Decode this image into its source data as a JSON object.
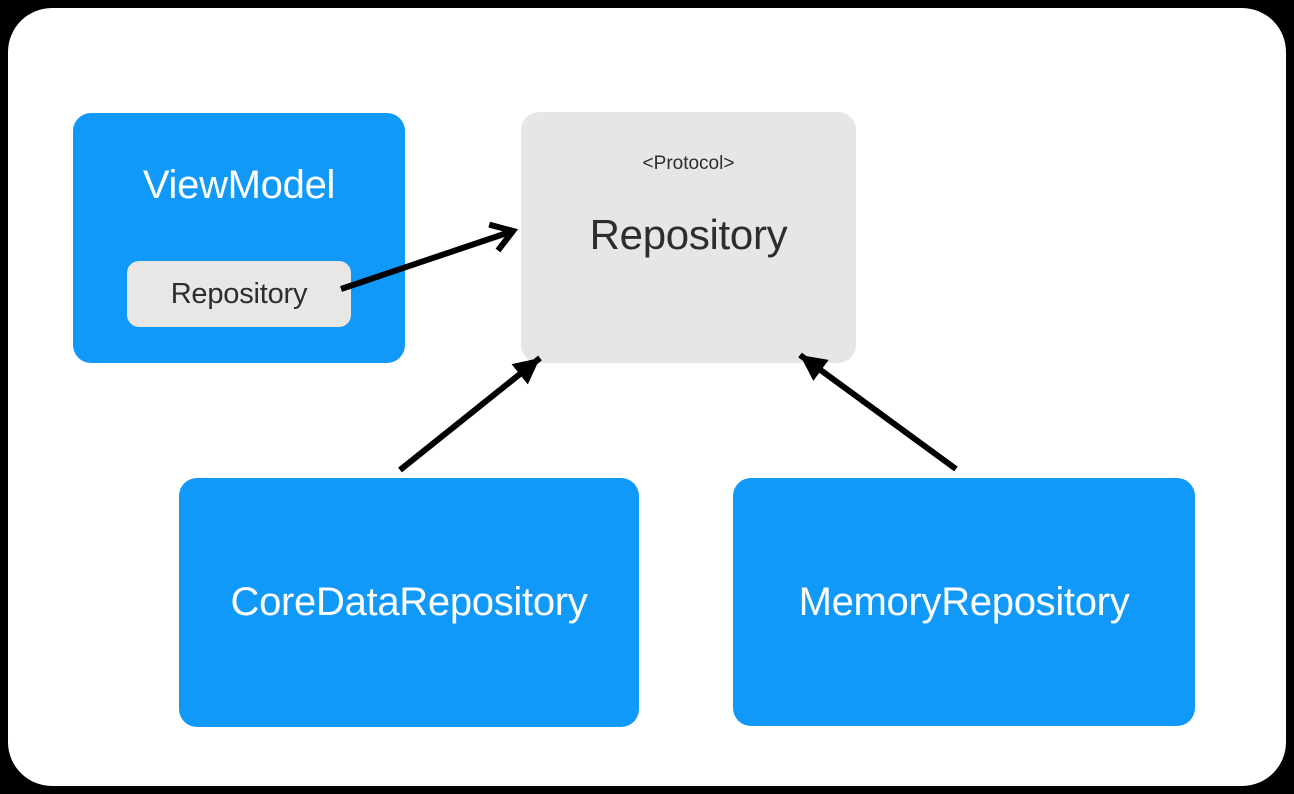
{
  "diagram": {
    "kind": "uml-protocol-diagram",
    "nodes": {
      "viewmodel": {
        "label": "ViewModel",
        "property_label": "Repository"
      },
      "protocol": {
        "stereotype": "<Protocol>",
        "label": "Repository"
      },
      "coredata": {
        "label": "CoreDataRepository"
      },
      "memory": {
        "label": "MemoryRepository"
      }
    },
    "edges": [
      {
        "from": "viewmodel.property",
        "to": "protocol",
        "head": "open-arrow"
      },
      {
        "from": "coredata",
        "to": "protocol",
        "head": "solid-arrow"
      },
      {
        "from": "memory",
        "to": "protocol",
        "head": "solid-arrow"
      }
    ],
    "colors": {
      "frame_black": "#000000",
      "canvas_white": "#ffffff",
      "node_blue": "#1199fa",
      "node_gray": "#e6e6e4",
      "chip_gray": "#e8e7e5",
      "arrow_black": "#000000",
      "text_white": "#ffffff",
      "text_dark": "#2d2d2d"
    }
  }
}
